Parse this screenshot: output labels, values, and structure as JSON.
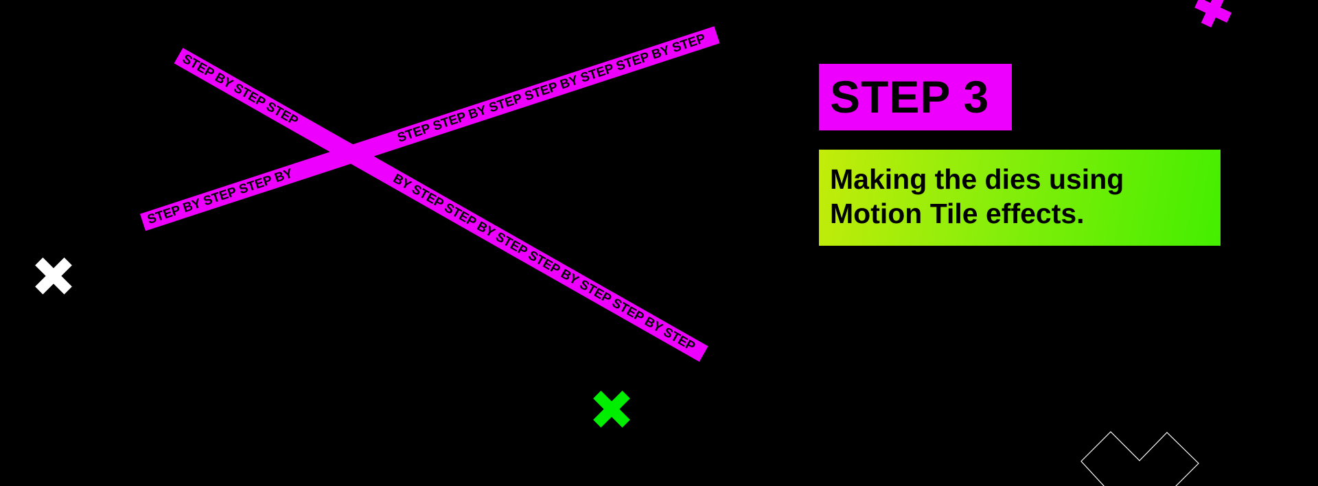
{
  "tapes": {
    "tape1_text": "STEP BY STEP STEP BY STEP STEP BY STEP STEP BY STEP STEP BY STEP",
    "tape2_text": "STEP BY STEP STEP BY STEP STEP BY STEP STEP BY STEP STEP BY STEP"
  },
  "step": {
    "title": "STEP 3",
    "description_line1": "Making the dies using",
    "description_line2": "Motion Tile effects."
  },
  "colors": {
    "magenta": "#ee00ff",
    "green": "#00ee00",
    "white": "#ffffff"
  },
  "decorations": [
    "white-x-icon",
    "green-x-icon",
    "magenta-plus-icon",
    "zigzag-outline"
  ]
}
